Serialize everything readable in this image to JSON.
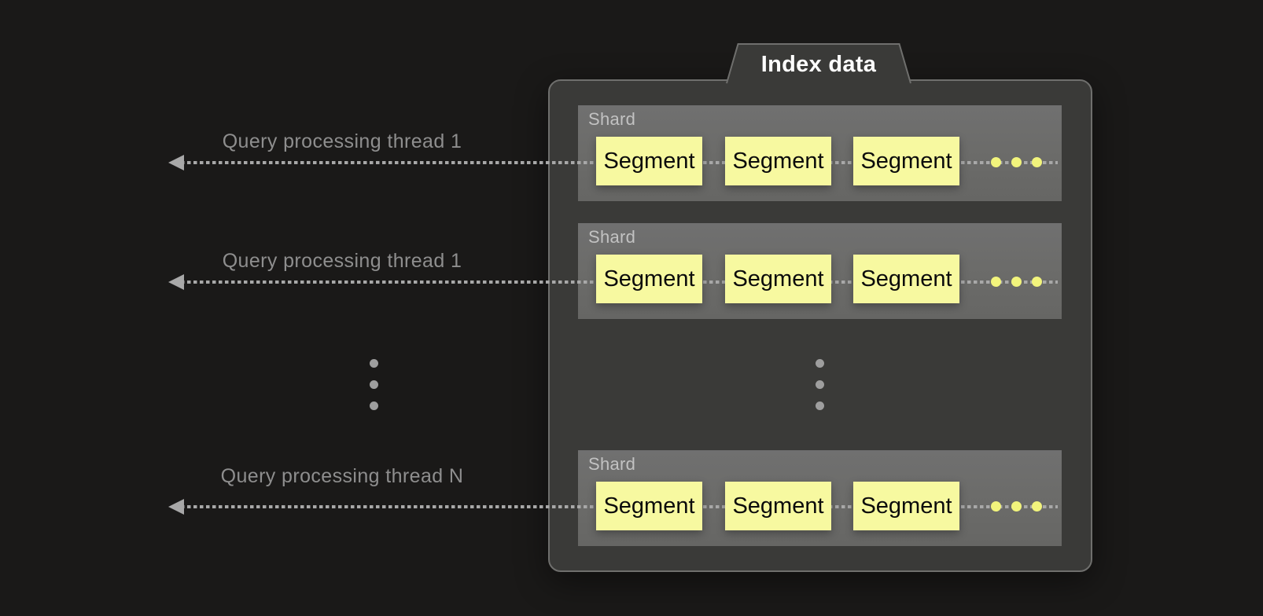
{
  "panel": {
    "tab_label": "Index data",
    "shards": [
      {
        "label": "Shard",
        "segments": [
          "Segment",
          "Segment",
          "Segment"
        ]
      },
      {
        "label": "Shard",
        "segments": [
          "Segment",
          "Segment",
          "Segment"
        ]
      },
      {
        "label": "Shard",
        "segments": [
          "Segment",
          "Segment",
          "Segment"
        ]
      }
    ]
  },
  "threads": [
    {
      "label": "Query processing thread 1"
    },
    {
      "label": "Query processing thread 1"
    },
    {
      "label": "Query processing thread N"
    }
  ],
  "colors": {
    "bg": "#1a1918",
    "panel_fill": "#3a3a38",
    "panel_border": "#6f6f6d",
    "shard_fill": "#6c6c6a",
    "shard_label": "#c2c2c2",
    "segment_fill": "#f7f9a0",
    "segment_text": "#0b0b0b",
    "line_gray": "#a8a8a8",
    "thread_label": "#8e8e8e",
    "dot_gray": "#9e9e9e",
    "dot_yellow": "#f2f47c",
    "tab_text": "#ffffff"
  }
}
